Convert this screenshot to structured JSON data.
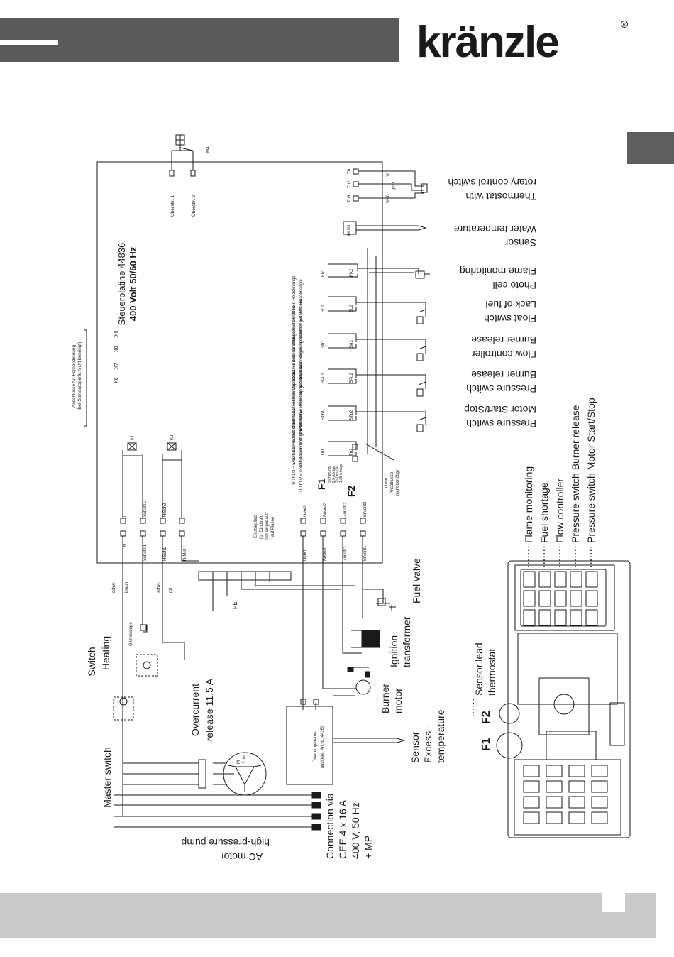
{
  "brand": {
    "logo": "kränzle"
  },
  "board": {
    "title_line1": "Steuerplatine 44836",
    "title_line2": "400 Volt  50/60 Hz",
    "remote_note_1": "Anschlüsse für Fernbedienung",
    "remote_note_2": "(bei Standardgerät nicht benötigt)",
    "remote_ports": [
      "X6",
      "X7",
      "X8",
      "X9"
    ],
    "override_1": "Übersttr. 1",
    "override_2": "Übersttr. 2",
    "right_terms": [
      "Th1",
      "Th2",
      "Th3"
    ],
    "wire_colors": {
      "rot": "rot",
      "gelb": "gelb",
      "weiss": "weiß",
      "sw": "sw ws"
    },
    "k1": "K1",
    "k2": "K2",
    "m4": "M4",
    "fuse_note_1": "Entstörglied",
    "fuse_note_2": "für Zündtrafo",
    "fuse_note_3": "fest eingebaut",
    "fuse_note_4": "auf Platine",
    "f1_sub_1": "Sicherung",
    "f1_sub_2": "2,5 A träge",
    "f2_sub_1": "Sicherung",
    "f2_sub_2": "1,25 A träge",
    "not_needed_1": "diese",
    "not_needed_2": "Anschlüsse",
    "not_needed_3": "nicht benötigt",
    "pe": "PE",
    "excess_note_1": "Übertemperatur-",
    "excess_note_2": "auslöser, Art.Nr. 44169",
    "wires_left": [
      "schw.",
      "braun",
      "schw.",
      "rot"
    ],
    "motor_label_1": "M",
    "motor_label_2": "3 ph",
    "glimmlampe": "Glimmlampe"
  },
  "terminals_bottom": [
    "N",
    "L",
    "Schütz 2",
    "HiSch2",
    "Uebt2",
    "BrMot2",
    "Zündtr2",
    "BrVent2"
  ],
  "terminals_bottom_2": [
    "Schütz 1",
    "HiSch1",
    "N-Mot",
    "Uebt1",
    "BrMot1",
    "Zündtr1",
    "BrVent1"
  ],
  "terminals_top": [
    "Th1",
    "Th2"
  ],
  "switch_rows": [
    {
      "t1": "STb1",
      "t2": "STb2",
      "l1": "U STb1/2 = 5 Volt: Druckschalter Motorstop offen",
      "l2": "U STb1/2 = 0 Volt: Druckschalter Motorstop geschlossen"
    },
    {
      "t1": "SPu1",
      "t2": "SPu2",
      "l1": "U SPu1/2 = 5 Volt: Druckschalter Brenner offen",
      "l2": "U SPu1/2 = 0 Volt: Druckschalter Brenner geschlossen"
    },
    {
      "t1": "Str1",
      "t2": "Str2",
      "l1": "U Str1/2 = 5 Volt: Strömungswächter offen",
      "l2": "U Str1/2 = 0 Volt: Strömungswächter geschlossen"
    },
    {
      "t1": "EL1",
      "t2": "EL2",
      "l1": "U EL1/2 = 5 Volt: kein Heizölmangel",
      "l2": "U EL1/2 = 0 Volt: Heizölmangel"
    },
    {
      "t1": "Flk1",
      "t2": "Flk2",
      "l1": "",
      "l2": ""
    }
  ],
  "thermostat_notes": [
    "U Th1/2 = 5 Volt: Thermostat offen",
    "U Th1/2 = 0 Volt: Thermostat geschlossen"
  ],
  "labels": {
    "thermostat": [
      "Thermostat with",
      "rotary control switch"
    ],
    "water_temp": [
      "Sensor",
      "Water temperature"
    ],
    "photo_cell": [
      "Photo cell",
      "Flame monitoring"
    ],
    "float_switch": [
      "Float switch",
      "Lack of fuel"
    ],
    "flow_controller": [
      "Flow controller",
      "Burner release"
    ],
    "pressure_burner": [
      "Pressure switch",
      "Burner release"
    ],
    "pressure_motor": [
      "Pressure switch",
      "Motor Start/Stop"
    ],
    "switch_heating": [
      "Switch",
      "Heating"
    ],
    "overcurrent": [
      "Overcurrent",
      "release 11.5 A"
    ],
    "master_switch": "Master switch",
    "ac_motor": [
      "AC motor",
      "high-pressure pump"
    ],
    "connection": [
      "Connection via",
      "CEE 4 x 16 A",
      "400 V, 50 Hz",
      "+ MP"
    ],
    "sensor_excess": [
      "Sensor",
      "Excess -",
      "temperature"
    ],
    "burner_motor": [
      "Burner",
      "motor"
    ],
    "ignition": [
      "Ignition",
      "transformer"
    ],
    "fuel_valve": "Fuel valve",
    "sensor_lead": [
      "Sensor lead",
      "thermostat"
    ],
    "f1": "F1",
    "f2": "F2"
  },
  "board_legend": [
    "Flame monitoring",
    "Fuel shortage",
    "Flow controller",
    "Pressure switch Burner release",
    "Pressure switch Motor Start/Stop"
  ]
}
